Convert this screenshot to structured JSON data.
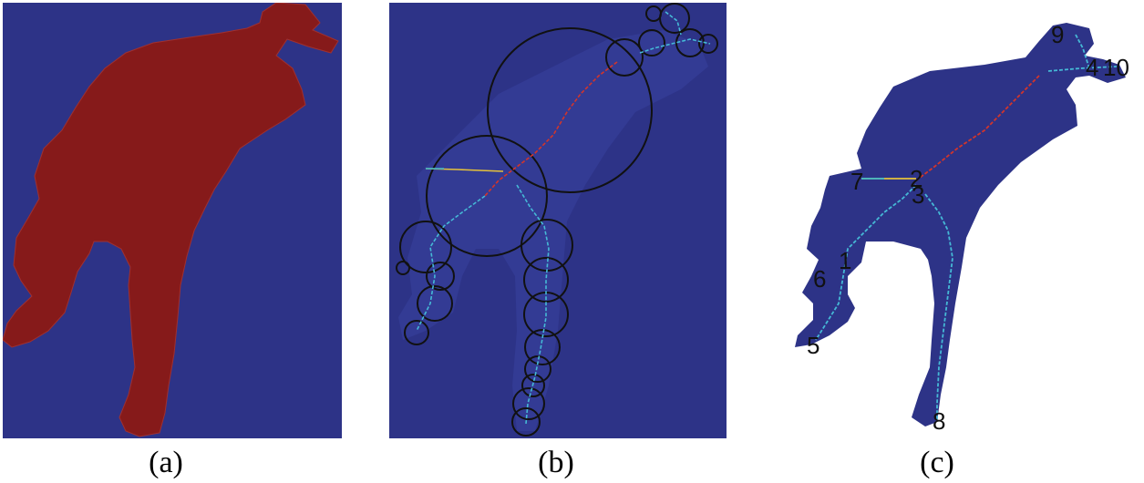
{
  "captions": {
    "a": "(a)",
    "b": "(b)",
    "c": "(c)"
  },
  "colors": {
    "background": "#2d3387",
    "background_light": "#333b94",
    "silhouette": "#861a1a",
    "skeleton_warm": "#d2352b",
    "skeleton_cool": "#45b9d6",
    "circle": "#111111"
  },
  "panel_c_labels": [
    "9",
    "4",
    "10",
    "7",
    "2",
    "3",
    "1",
    "6",
    "5",
    "8"
  ]
}
